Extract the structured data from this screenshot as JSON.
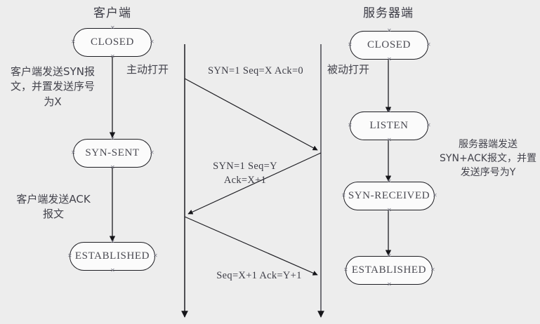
{
  "diagram": {
    "title_internal": "TCP three-way handshake state diagram",
    "background_color": "#ededed",
    "node_fill": "#fbfbfb",
    "line_color": "#1d1d22",
    "text_color": "#43434c"
  },
  "lanes": [
    {
      "id": "client",
      "title": "客户端"
    },
    {
      "id": "server",
      "title": "服务器端"
    }
  ],
  "client_states": [
    {
      "id": "closed",
      "label": "CLOSED"
    },
    {
      "id": "syn-sent",
      "label": "SYN-SENT"
    },
    {
      "id": "established",
      "label": "ESTABLISHED"
    }
  ],
  "server_states": [
    {
      "id": "closed",
      "label": "CLOSED"
    },
    {
      "id": "listen",
      "label": "LISTEN"
    },
    {
      "id": "syn-received",
      "label": "SYN-RECEIVED"
    },
    {
      "id": "established",
      "label": "ESTABLISHED"
    }
  ],
  "transition_labels": {
    "active_open": "主动打开",
    "passive_open": "被动打开"
  },
  "annotations": [
    {
      "id": "client-send-syn",
      "text": "客户端发送SYN报\n文，并置发送序号\n为X"
    },
    {
      "id": "client-send-ack",
      "text": "客户端发送ACK\n报文"
    },
    {
      "id": "server-send-synack",
      "text": "服务器端发送\nSYN+ACK报文，并置\n发送序号为Y"
    }
  ],
  "messages": [
    {
      "id": "syn",
      "label": "SYN=1  Seq=X  Ack=0",
      "direction": "client-to-server"
    },
    {
      "id": "syn-ack",
      "label": "SYN=1  Seq=Y\nAck=X+1",
      "direction": "server-to-client"
    },
    {
      "id": "ack",
      "label": "Seq=X+1  Ack=Y+1",
      "direction": "client-to-server"
    }
  ]
}
